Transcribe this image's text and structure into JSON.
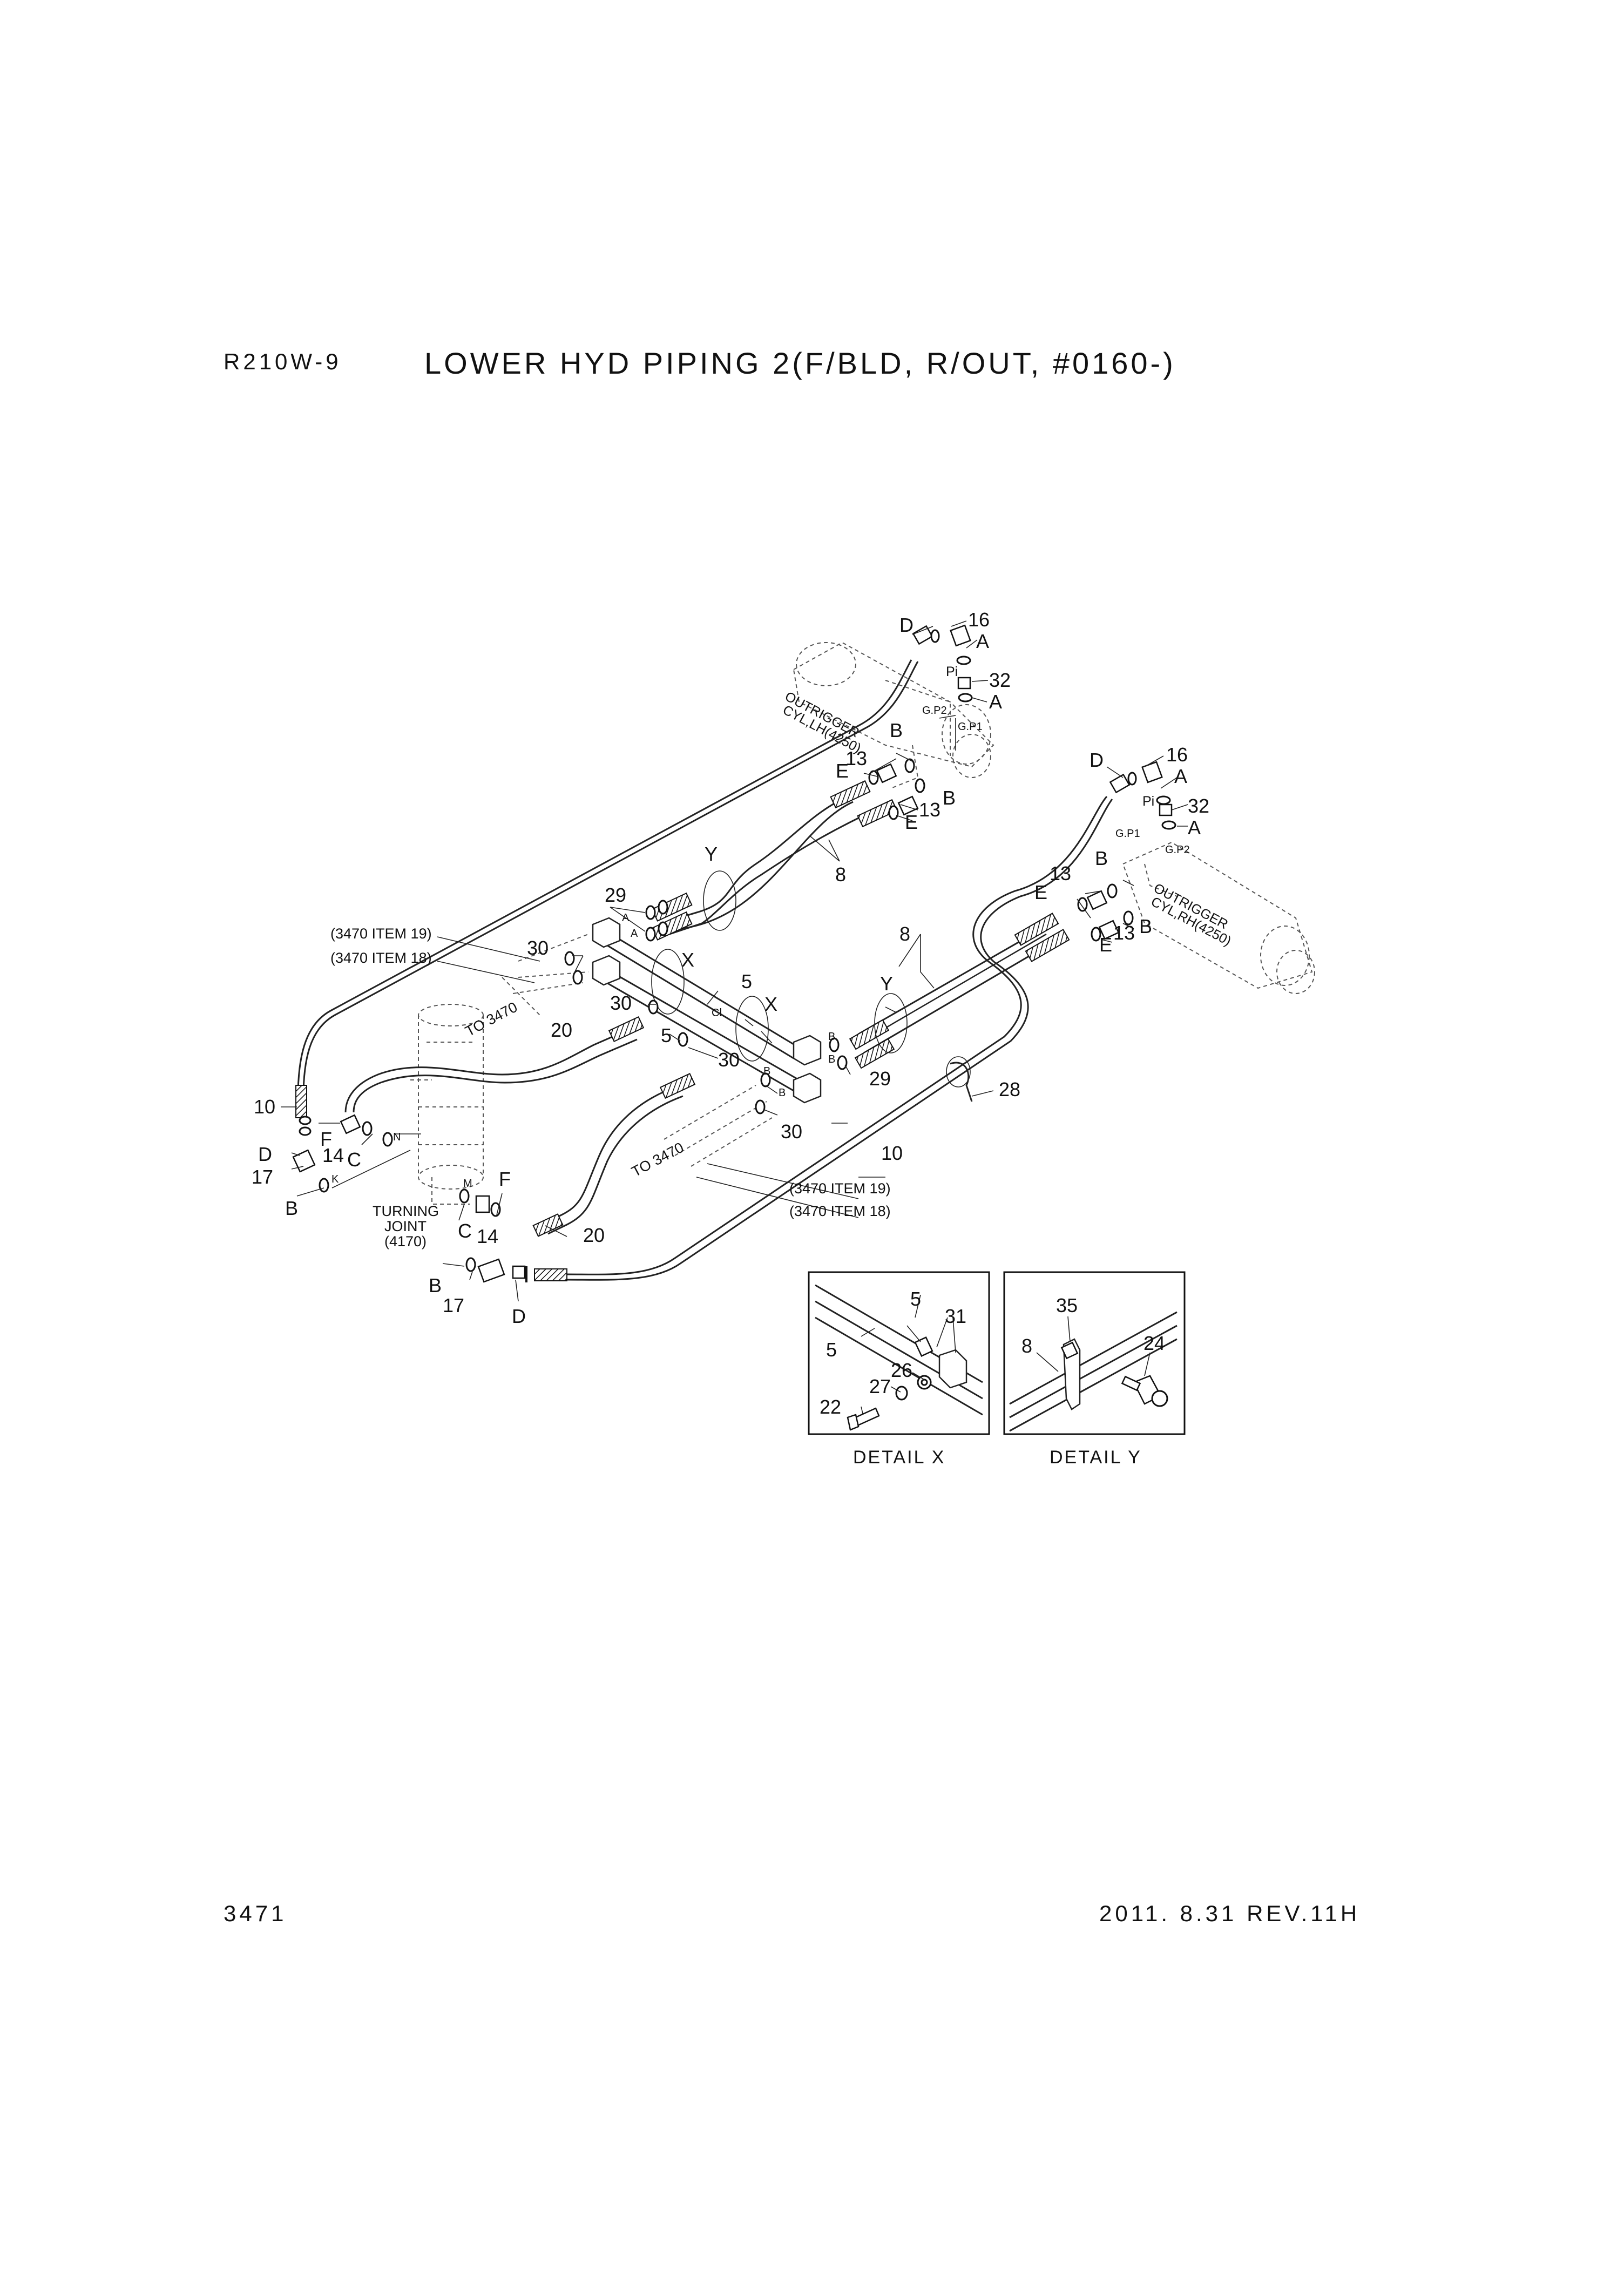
{
  "header": {
    "model": "R210W-9",
    "title": "LOWER HYD PIPING 2(F/BLD, R/OUT, #0160-)"
  },
  "footer": {
    "page_number": "3471",
    "revision": "2011. 8.31 REV.11H"
  },
  "callouts": {
    "d_top_left": "D",
    "n16_left": "16",
    "a_left_1": "A",
    "pi_left": "Pi",
    "n32_left": "32",
    "a_left_2": "A",
    "gp2_left": "G.P2",
    "gp1_left": "G.P1",
    "b_left_1": "B",
    "n13_left_1": "13",
    "e_left_1": "E",
    "b_left_2": "B",
    "n13_left_2": "13",
    "e_left_2": "E",
    "y_left": "Y",
    "n8_left": "8",
    "d_right": "D",
    "n16_right": "16",
    "a_right_1": "A",
    "pi_right": "Pi",
    "n32_right": "32",
    "a_right_2": "A",
    "gp1_right": "G.P1",
    "gp2_right": "G.P2",
    "b_right_1": "B",
    "e_right_1": "E",
    "n13_right_1": "13",
    "b_right_2": "B",
    "n13_right_2": "13",
    "e_right_2": "E",
    "n8_right": "8",
    "y_right": "Y",
    "n29_top": "29",
    "a_block_1": "A",
    "a_block_2": "A",
    "ref19_top": "(3470 ITEM 19)",
    "ref18_top": "(3470 ITEM 18)",
    "n30_a": "30",
    "x_1": "X",
    "n5_a": "5",
    "x_2": "X",
    "cl_label": "Cl",
    "to3470_top": "TO 3470",
    "n20_top": "20",
    "n30_b": "30",
    "n5_b": "5",
    "n30_c": "30",
    "b_block_1": "B",
    "b_block_2": "B",
    "n29_bot": "29",
    "b_block_3": "B",
    "b_block_4": "B",
    "n30_d": "30",
    "n28": "28",
    "n10_left": "10",
    "f_left": "F",
    "n14_left": "14",
    "c_left": "C",
    "n_port": "N",
    "d_left": "D",
    "n17_left": "17",
    "k_port": "K",
    "b_left": "B",
    "turning_joint": "TURNING",
    "turning_joint_2": "JOINT",
    "turning_joint_ref": "(4170)",
    "m_port": "M",
    "f_bottom": "F",
    "c_bottom": "C",
    "n14_bottom": "14",
    "n20_bottom": "20",
    "to3470_bottom": "TO 3470",
    "n10_bottom": "10",
    "ref19_bottom": "(3470 ITEM 19)",
    "ref18_bottom": "(3470 ITEM 18)",
    "b_bottom": "B",
    "n17_bottom": "17",
    "d_bottom": "D",
    "outrigger_left": "OUTRIGGER",
    "outrigger_left_2": "CYL,LH(4250)",
    "outrigger_right": "OUTRIGGER",
    "outrigger_right_2": "CYL,RH(4250)"
  },
  "detail_x": {
    "caption": "DETAIL  X",
    "labels": {
      "n5_a": "5",
      "n5_b": "5",
      "n31": "31",
      "n26": "26",
      "n27": "27",
      "n22": "22"
    }
  },
  "detail_y": {
    "caption": "DETAIL  Y",
    "labels": {
      "n35": "35",
      "n8": "8",
      "n24": "24"
    }
  }
}
